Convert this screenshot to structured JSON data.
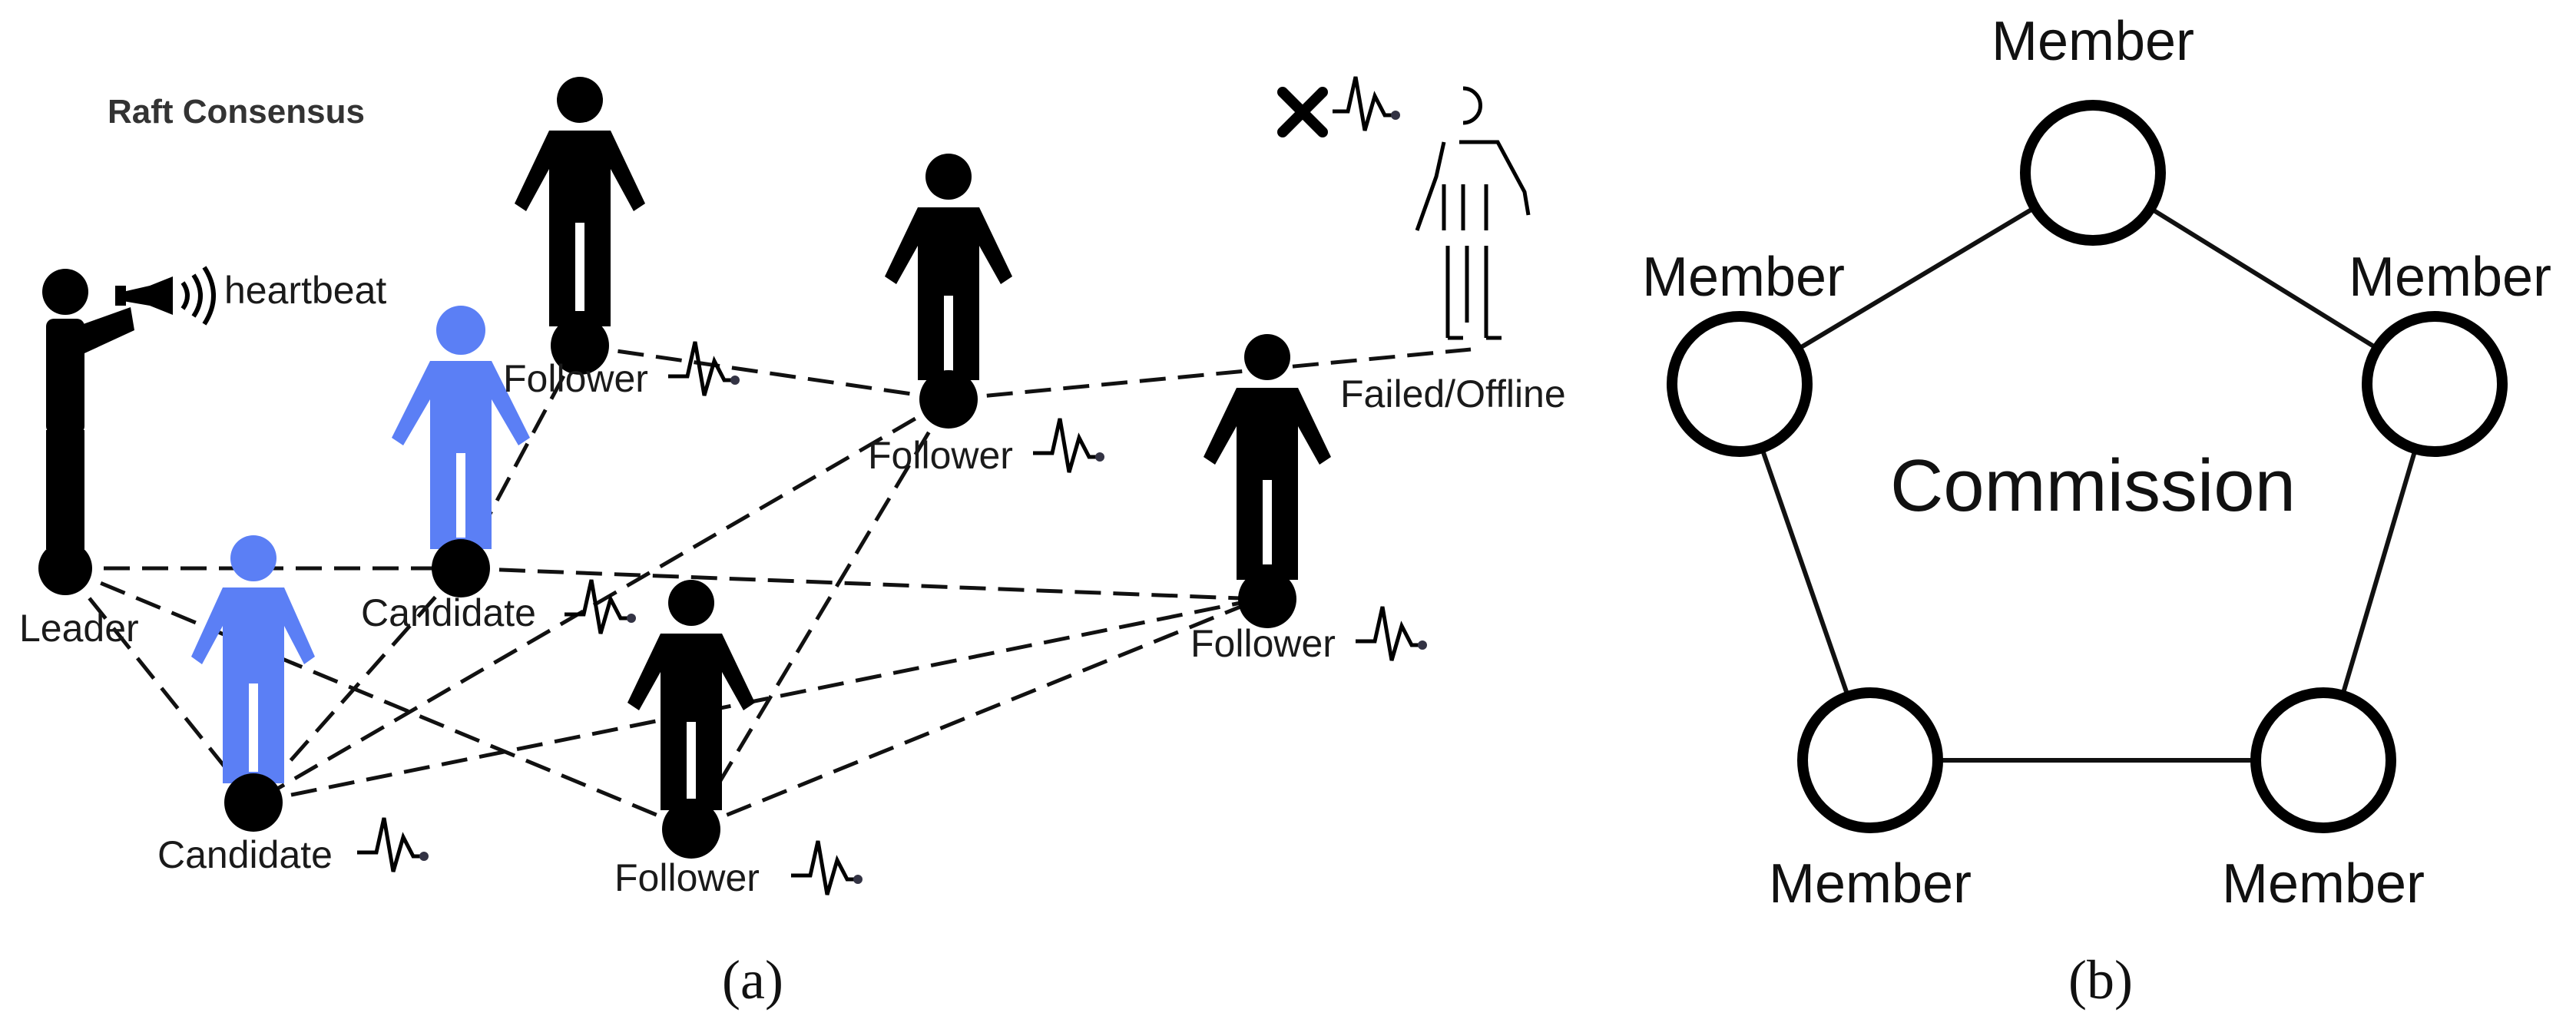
{
  "colors": {
    "node": "#000000",
    "candidate": "#5b7ff5",
    "edge": "#111111"
  },
  "panel_a": {
    "title": "Raft Consensus",
    "heartbeat_label": "heartbeat",
    "nodes": [
      {
        "id": "leader",
        "label": "Leader",
        "role": "leader",
        "icon": "megaphone-icon"
      },
      {
        "id": "cand1",
        "label": "Candidate",
        "role": "candidate"
      },
      {
        "id": "cand2",
        "label": "Candidate",
        "role": "candidate"
      },
      {
        "id": "f1",
        "label": "Follower",
        "role": "follower"
      },
      {
        "id": "f2",
        "label": "Follower",
        "role": "follower"
      },
      {
        "id": "f3",
        "label": "Follower",
        "role": "follower"
      },
      {
        "id": "f4",
        "label": "Follower",
        "role": "follower"
      },
      {
        "id": "failed",
        "label": "Failed/Offline",
        "role": "failed",
        "icon": "cross-icon"
      }
    ],
    "edges": [
      [
        "leader",
        "cand1"
      ],
      [
        "leader",
        "cand2"
      ],
      [
        "leader",
        "f4"
      ],
      [
        "cand1",
        "f1"
      ],
      [
        "cand1",
        "f3"
      ],
      [
        "cand1",
        "cand2"
      ],
      [
        "f1",
        "f2"
      ],
      [
        "f2",
        "failed"
      ],
      [
        "f2",
        "cand2"
      ],
      [
        "f2",
        "f4"
      ],
      [
        "cand2",
        "f3"
      ],
      [
        "f3",
        "f4"
      ]
    ],
    "caption": "(a)"
  },
  "panel_b": {
    "center_label": "Commission",
    "members": [
      "Member",
      "Member",
      "Member",
      "Member",
      "Member"
    ],
    "caption": "(b)"
  }
}
